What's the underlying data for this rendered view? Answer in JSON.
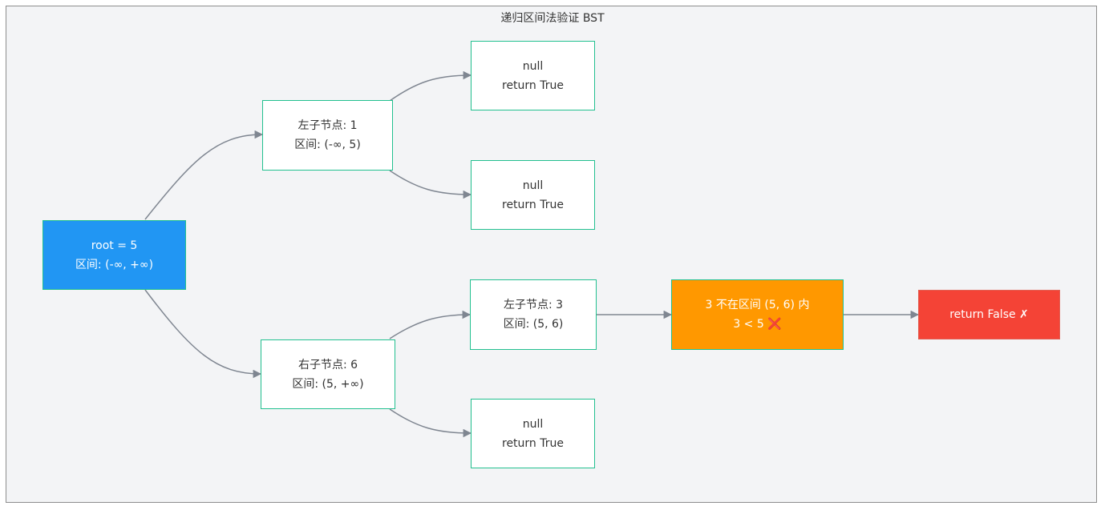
{
  "diagram": {
    "title": "递归区间法验证 BST",
    "nodes": {
      "root": {
        "line1": "root = 5",
        "line2": "区间: (-∞, +∞)"
      },
      "left1": {
        "line1": "左子节点: 1",
        "line2": "区间: (-∞, 5)"
      },
      "right6": {
        "line1": "右子节点: 6",
        "line2": "区间: (5, +∞)"
      },
      "null1": {
        "line1": "null",
        "line2": "return True"
      },
      "null2": {
        "line1": "null",
        "line2": "return True"
      },
      "left3": {
        "line1": "左子节点: 3",
        "line2": "区间: (5, 6)"
      },
      "null3": {
        "line1": "null",
        "line2": "return True"
      },
      "check": {
        "line1": "3 不在区间 (5, 6) 内",
        "line2": "3 < 5",
        "mark": "❌"
      },
      "result": {
        "line1": "return False ✗"
      }
    },
    "colors": {
      "root_fill": "#2196f3",
      "check_fill": "#ff9800",
      "result_fill": "#f44336",
      "node_border": "#22c08f",
      "edge": "#7f8691",
      "background": "#f3f4f6"
    }
  }
}
